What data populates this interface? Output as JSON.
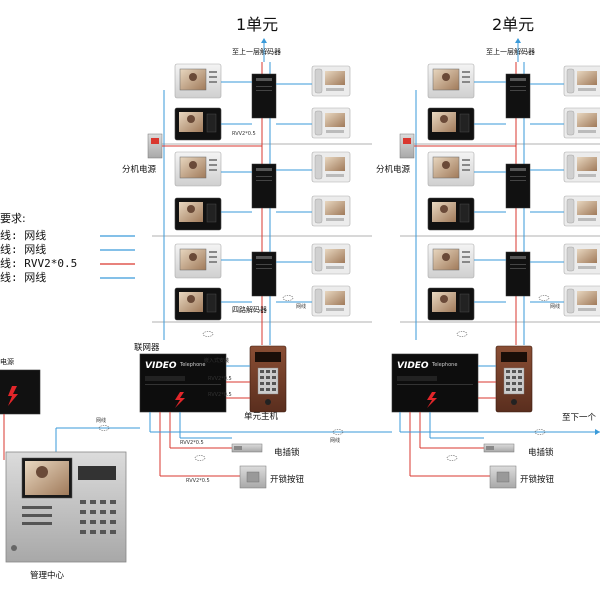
{
  "units": [
    {
      "title": "1单元",
      "uplink": "至上一层解码器",
      "floor_decoder": "四路解码器",
      "networker": "联网器",
      "main_unit": "单元主机"
    },
    {
      "title": "2单元",
      "uplink": "至上一层解码器"
    }
  ],
  "labels": {
    "extension_power": "分机电源",
    "cable_tag": "RVV2*0.5",
    "network_line": "网线",
    "elec_lock": "电插锁",
    "unlock_button": "开锁按钮",
    "next_unit": "至下一个",
    "center": "管理中心",
    "power": "电源",
    "mount_note": "嵌入式安装"
  },
  "legend": {
    "heading": "要求:",
    "rows": [
      {
        "text": "线: 网线",
        "color": "#3a9ad9"
      },
      {
        "text": "线: 网线",
        "color": "#3a9ad9"
      },
      {
        "text": "线: RVV2*0.5",
        "color": "#d9372f"
      },
      {
        "text": "线: 网线",
        "color": "#3a9ad9"
      }
    ]
  },
  "colors": {
    "network": "#3a9ad9",
    "power": "#d9372f",
    "floor_line": "#999999"
  }
}
